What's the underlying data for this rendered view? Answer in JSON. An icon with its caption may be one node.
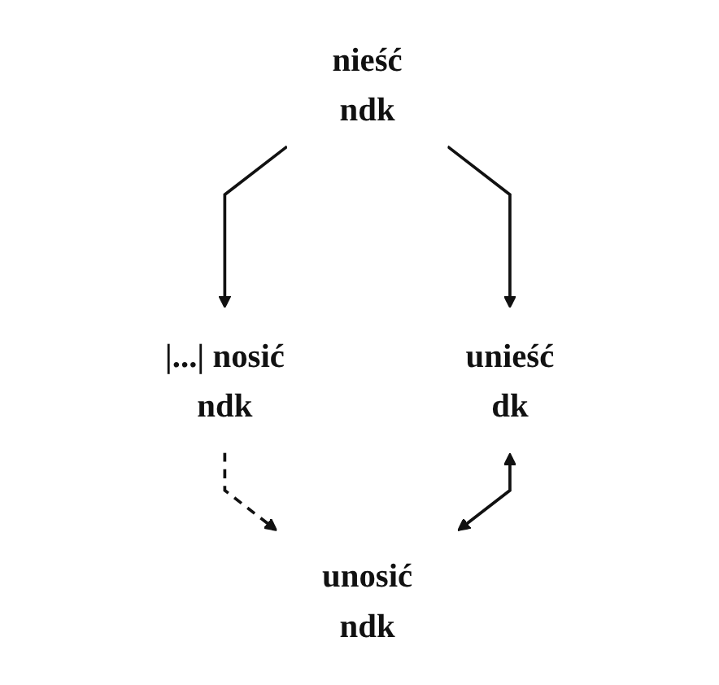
{
  "diagram": {
    "nodes": [
      {
        "text": [
          "nieść",
          "ndk"
        ]
      },
      {
        "text": [
          "|...| nosić",
          "ndk"
        ]
      },
      {
        "text": [
          "unieść",
          "dk"
        ]
      },
      {
        "text": [
          "unosić",
          "ndk"
        ]
      }
    ],
    "edges": [
      {
        "from": 0,
        "to": 2,
        "arrow": "to"
      },
      {
        "from": 0,
        "to": 1,
        "arrow": "to"
      },
      {
        "from": 1,
        "to": 3,
        "arrow": "to",
        "style": "dashed"
      },
      {
        "from": 2,
        "to": 3,
        "arrow": "both"
      }
    ]
  }
}
